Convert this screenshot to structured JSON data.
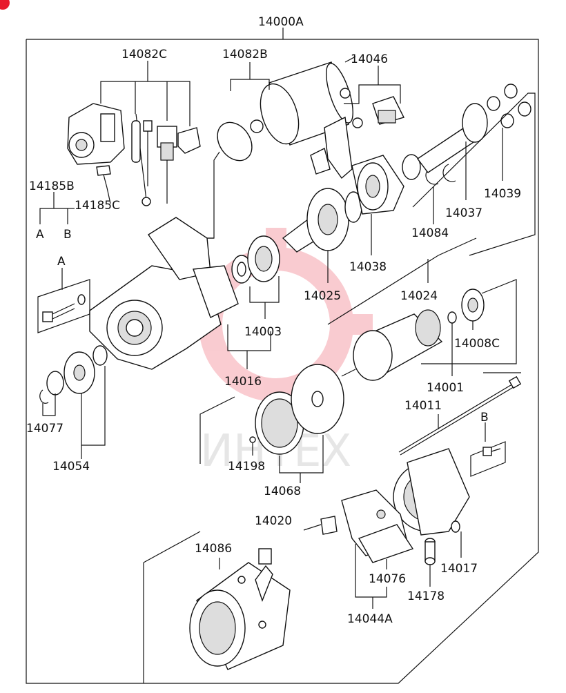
{
  "colors": {
    "line": "#111111",
    "background": "#ffffff",
    "watermark_red": "#e8192c",
    "watermark_gray": "#b9b9b9"
  },
  "watermark": {
    "text": "ИНТЕХ"
  },
  "labels": {
    "assembly": "14000A",
    "l14082C": "14082C",
    "l14082B": "14082B",
    "l14046": "14046",
    "l14185B": "14185B",
    "l14185C": "14185C",
    "callout_a": "A",
    "callout_b": "B",
    "l14039": "14039",
    "l14037": "14037",
    "l14084": "14084",
    "l14038": "14038",
    "l14024": "14024",
    "l14025": "14025",
    "l14003": "14003",
    "l14016": "14016",
    "l14008C": "14008C",
    "l14001": "14001",
    "l14011": "14011",
    "l14077": "14077",
    "l14054": "14054",
    "l14198": "14198",
    "l14068": "14068",
    "l14020": "14020",
    "l14086": "14086",
    "l14076": "14076",
    "l14017": "14017",
    "l14178": "14178",
    "l14044A": "14044A"
  }
}
